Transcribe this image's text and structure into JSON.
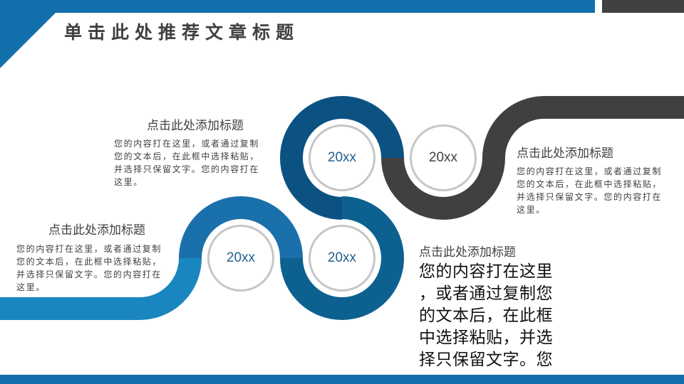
{
  "header": {
    "title": "单击此处推荐文章标题"
  },
  "colors": {
    "accent": "#1170ac",
    "ring_top": "#0b5283",
    "ring_gray": "#404040",
    "ring_bottom": "#0c6190",
    "ring_left": "#1a70ab",
    "bar_left": "#1a86bf"
  },
  "milestones": [
    {
      "year": "20xx",
      "title": "点击此处添加标题",
      "body": [
        "您的内容打在这里，或者通过复制",
        "您的文本后，在此框中选择粘贴，",
        "并选择只保留文字。您的内容打在",
        "这里。"
      ]
    },
    {
      "year": "20xx",
      "title": "点击此处添加标题",
      "body": [
        "您的内容打在这里，或者通过复制",
        "您的文本后，在此框中选择粘贴，",
        "并选择只保留文字。您的内容打在",
        "这里。"
      ]
    },
    {
      "year": "20xx",
      "title": "点击此处添加标题",
      "body": [
        "您的内容打在这里，或者通过复制",
        "您的文本后，在此框中选择粘贴，",
        "并选择只保留文字。您的内容打在",
        "这里。"
      ]
    },
    {
      "year": "20xx",
      "title": "点击此处添加标题",
      "body": [
        "您的内容打在这里",
        "，或者通过复制您",
        "的文本后，在此框",
        "中选择粘贴，并选",
        "择只保留文字。您"
      ]
    }
  ]
}
